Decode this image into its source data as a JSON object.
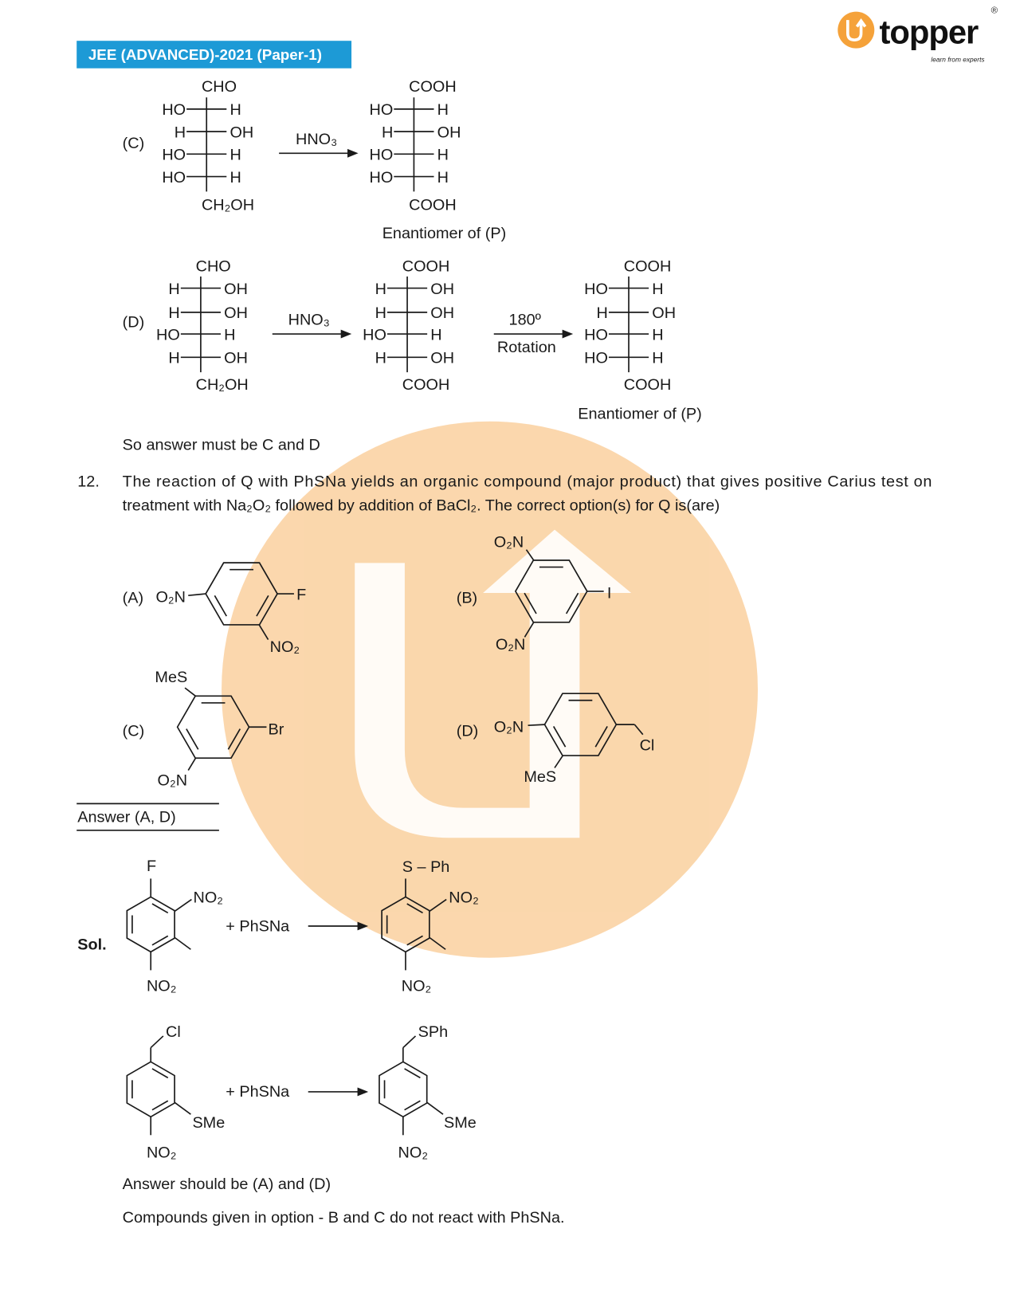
{
  "header": {
    "banner": "JEE (ADVANCED)-2021 (Paper-1)",
    "logo_text": "topper",
    "logo_registered": "®",
    "logo_tagline": "learn from experts",
    "banner_color": "#1d9ad6",
    "logo_color": "#f5a23a"
  },
  "part_c": {
    "label": "(C)",
    "reagent": "HNO₃",
    "reactant": {
      "top": "CHO",
      "bottom": "CH₂OH",
      "rows": [
        [
          "HO",
          "H"
        ],
        [
          "H",
          "OH"
        ],
        [
          "HO",
          "H"
        ],
        [
          "HO",
          "H"
        ]
      ]
    },
    "product": {
      "top": "COOH",
      "bottom": "COOH",
      "rows": [
        [
          "HO",
          "H"
        ],
        [
          "H",
          "OH"
        ],
        [
          "HO",
          "H"
        ],
        [
          "HO",
          "H"
        ]
      ]
    },
    "caption": "Enantiomer of (P)"
  },
  "part_d": {
    "label": "(D)",
    "reagent": "HNO₃",
    "rotation_angle": "180º",
    "rotation_label": "Rotation",
    "reactant": {
      "top": "CHO",
      "bottom": "CH₂OH",
      "rows": [
        [
          "H",
          "OH"
        ],
        [
          "H",
          "OH"
        ],
        [
          "HO",
          "H"
        ],
        [
          "H",
          "OH"
        ]
      ]
    },
    "product": {
      "top": "COOH",
      "bottom": "COOH",
      "rows": [
        [
          "H",
          "OH"
        ],
        [
          "H",
          "OH"
        ],
        [
          "HO",
          "H"
        ],
        [
          "H",
          "OH"
        ]
      ]
    },
    "rotated": {
      "top": "COOH",
      "bottom": "COOH",
      "rows": [
        [
          "HO",
          "H"
        ],
        [
          "H",
          "OH"
        ],
        [
          "HO",
          "H"
        ],
        [
          "HO",
          "H"
        ]
      ]
    },
    "caption": "Enantiomer of (P)"
  },
  "conclusion": "So answer must be C and D",
  "question": {
    "number": "12.",
    "line1": "The reaction of Q with PhSNa yields an organic compound (major product) that gives positive Carius test on",
    "line2": "treatment with Na₂O₂ followed by addition of BaCl₂. The correct option(s) for Q is(are)"
  },
  "options": {
    "A": {
      "label": "(A)",
      "left": "O₂N",
      "right": "F",
      "bottom": "NO₂"
    },
    "B": {
      "label": "(B)",
      "top": "O₂N",
      "right": "I",
      "bottom": "O₂N"
    },
    "C": {
      "label": "(C)",
      "top": "MeS",
      "right": "Br",
      "bottom": "O₂N"
    },
    "D": {
      "label": "(D)",
      "left": "O₂N",
      "right": "Cl",
      "bottom": "MeS"
    }
  },
  "answer": "Answer (A, D)",
  "solution": {
    "label": "Sol.",
    "reagent": "+ PhSNa",
    "r1": {
      "top": "F",
      "side": "NO₂",
      "bottom": "NO₂"
    },
    "p1": {
      "top": "S – Ph",
      "side": "NO₂",
      "bottom": "NO₂"
    },
    "r2": {
      "top": "Cl",
      "side": "SMe",
      "bottom": "NO₂"
    },
    "p2": {
      "top": "SPh",
      "side": "SMe",
      "bottom": "NO₂"
    },
    "final": "Answer should be (A) and (D)",
    "note": "Compounds given in option - B and C do not react with PhSNa."
  }
}
